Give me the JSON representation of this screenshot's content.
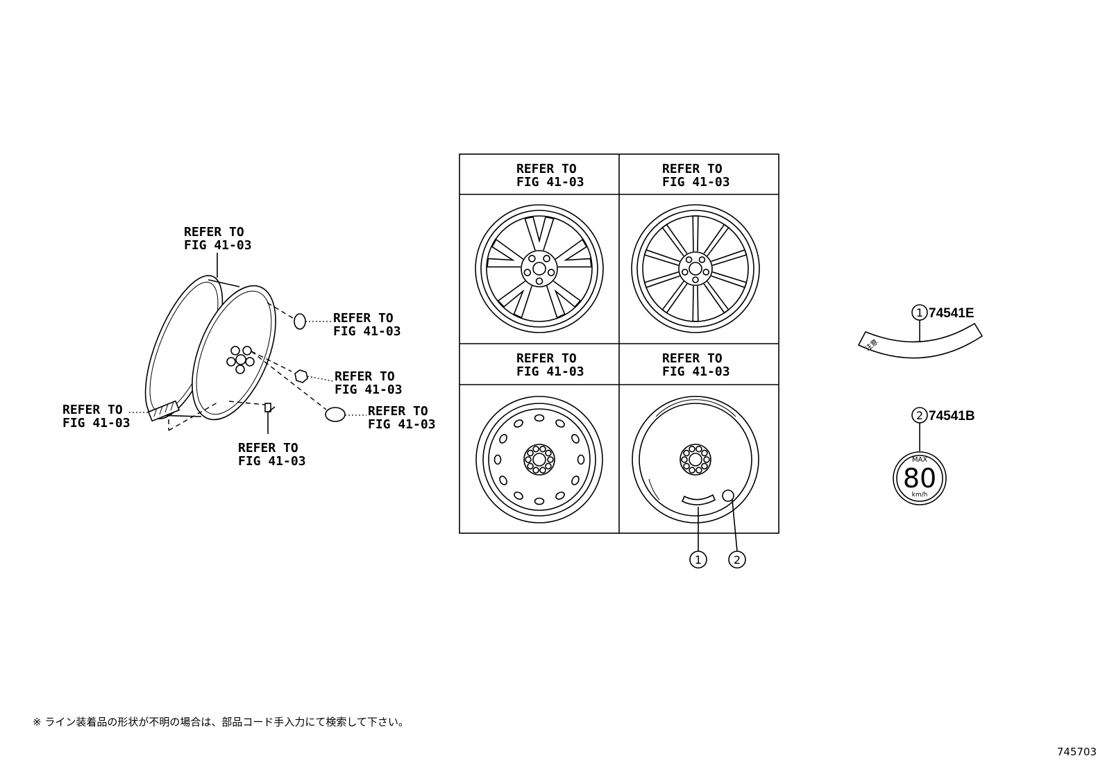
{
  "callouts": {
    "wheel_top_1": "REFER TO",
    "wheel_top_2": "FIG 41-03",
    "ornament_1": "REFER TO",
    "ornament_2": "FIG 41-03",
    "hub_nut_1": "REFER TO",
    "hub_nut_2": "FIG 41-03",
    "cap_1": "REFER TO",
    "cap_2": "FIG 41-03",
    "weight_1": "REFER TO",
    "weight_2": "FIG 41-03",
    "valve_1": "REFER TO",
    "valve_2": "FIG 41-03"
  },
  "grid": {
    "cells": [
      {
        "line1": "REFER TO",
        "line2": "FIG 41-03"
      },
      {
        "line1": "REFER TO",
        "line2": "FIG 41-03"
      },
      {
        "line1": "REFER TO",
        "line2": "FIG 41-03"
      },
      {
        "line1": "REFER TO",
        "line2": "FIG 41-03"
      }
    ],
    "marker_1": "1",
    "marker_2": "2"
  },
  "parts": [
    {
      "num": "1",
      "code": "74541E",
      "label_text": "注意"
    },
    {
      "num": "2",
      "code": "74541B",
      "sign_top": "MAX",
      "sign_value": "80",
      "sign_unit": "km/h"
    }
  ],
  "footer_note": "※ ライン装着品の形状が不明の場合は、部品コード手入力にて検索して下さい。",
  "diagram_id": "745703"
}
